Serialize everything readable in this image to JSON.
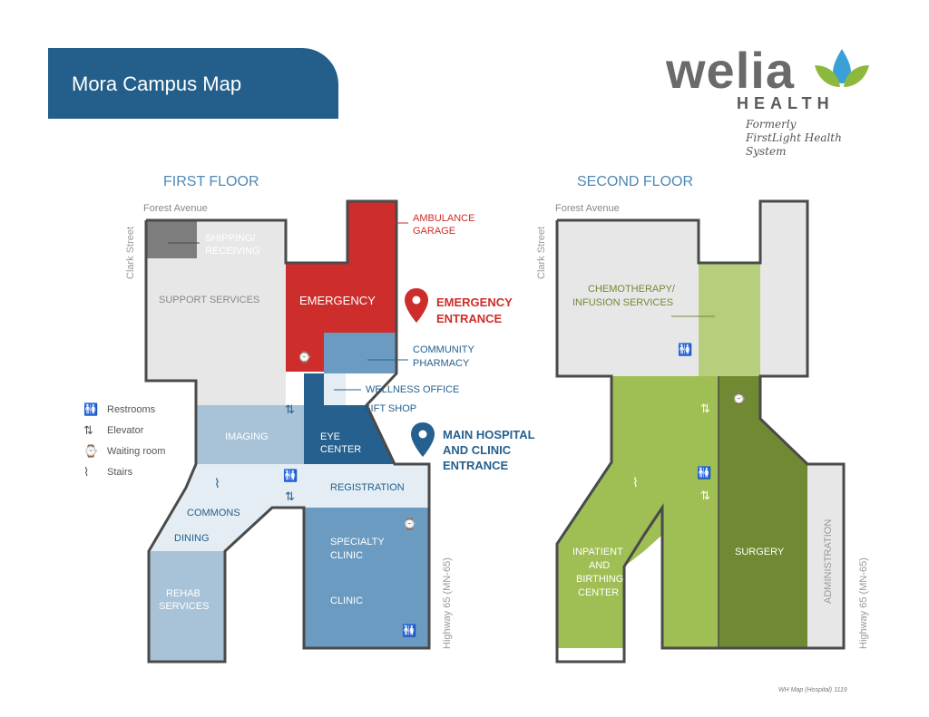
{
  "title": "Mora Campus Map",
  "logo": {
    "word": "welia",
    "health": "HEALTH",
    "formerly_line1": "Formerly",
    "formerly_line2": "FirstLight Health System"
  },
  "colors": {
    "banner": "#235f8a",
    "emergency": "#cd2d2b",
    "blue_dark": "#25608e",
    "blue_mid": "#6c9bc2",
    "blue_light": "#a8c3d7",
    "blue_pale": "#e4edf3",
    "grey": "#e8e7e7",
    "grey_dark": "#7e7d7d",
    "green_light": "#b7cf7c",
    "green_mid": "#9fbf54",
    "green_dark": "#6f8a33",
    "outline": "#4a4a4a"
  },
  "first_floor": {
    "heading": "FIRST FLOOR",
    "street_top": "Forest Avenue",
    "street_left": "Clark Street",
    "street_right": "Highway 65 (MN-65)",
    "rooms": {
      "shipping_1": "SHIPPING/",
      "shipping_2": "RECEIVING",
      "support": "SUPPORT SERVICES",
      "emergency": "EMERGENCY",
      "ambulance_1": "AMBULANCE",
      "ambulance_2": "GARAGE",
      "pharmacy_1": "COMMUNITY",
      "pharmacy_2": "PHARMACY",
      "wellness": "WELLNESS OFFICE",
      "gift": "GIFT SHOP",
      "imaging": "IMAGING",
      "eye_1": "EYE",
      "eye_2": "CENTER",
      "registration": "REGISTRATION",
      "commons": "COMMONS",
      "dining": "DINING",
      "specialty_1": "SPECIALTY",
      "specialty_2": "CLINIC",
      "clinic": "CLINIC",
      "rehab_1": "REHAB",
      "rehab_2": "SERVICES"
    },
    "emergency_entrance_1": "EMERGENCY",
    "emergency_entrance_2": "ENTRANCE",
    "main_entrance_1": "MAIN HOSPITAL",
    "main_entrance_2": "AND CLINIC",
    "main_entrance_3": "ENTRANCE"
  },
  "second_floor": {
    "heading": "SECOND FLOOR",
    "street_top": "Forest Avenue",
    "street_left": "Clark Street",
    "street_right": "Highway 65 (MN-65)",
    "rooms": {
      "chemo_1": "CHEMOTHERAPY/",
      "chemo_2": "INFUSION SERVICES",
      "inpatient_1": "INPATIENT",
      "inpatient_2": "AND",
      "inpatient_3": "BIRTHING",
      "inpatient_4": "CENTER",
      "surgery": "SURGERY",
      "administration": "ADMINISTRATION"
    }
  },
  "legend": [
    {
      "icon": "restroom-icon",
      "glyph": "🚻",
      "label": "Restrooms"
    },
    {
      "icon": "elevator-icon",
      "glyph": "⇅",
      "label": "Elevator"
    },
    {
      "icon": "waiting-room-icon",
      "glyph": "⌚",
      "label": "Waiting room"
    },
    {
      "icon": "stairs-icon",
      "glyph": "⌇",
      "label": "Stairs"
    }
  ],
  "footer": "WH Map (Hospital) 1119"
}
